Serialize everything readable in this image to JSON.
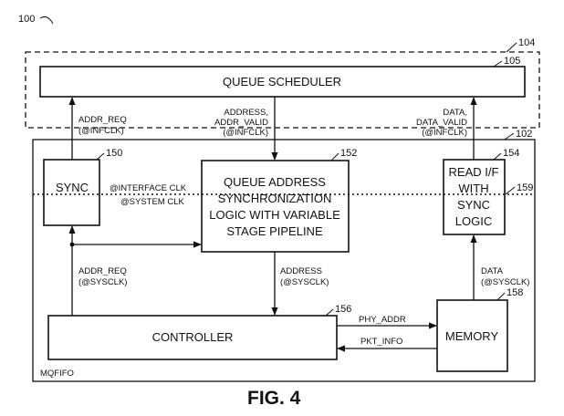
{
  "figure_ref": "100",
  "outer_ref": "104",
  "mqfifo_ref": "102",
  "sync_line_ref": "159",
  "mqfifo_label": "MQFIFO",
  "figure_caption": "FIG. 4",
  "blocks": {
    "queue_scheduler": {
      "label": "QUEUE SCHEDULER",
      "ref": "105"
    },
    "sync": {
      "label": "SYNC",
      "ref": "150"
    },
    "qas": {
      "lines": [
        "QUEUE ADDRESS",
        "SYNCHRONIZATION",
        "LOGIC WITH VARIABLE",
        "STAGE PIPELINE"
      ],
      "ref": "152"
    },
    "read_if": {
      "lines": [
        "READ I/F",
        "WITH",
        "SYNC",
        "LOGIC"
      ],
      "ref": "154"
    },
    "controller": {
      "label": "CONTROLLER",
      "ref": "156"
    },
    "memory": {
      "label": "MEMORY",
      "ref": "158"
    }
  },
  "signals": {
    "addr_req_inf": [
      "ADDR_REQ",
      "(@INFCLK)"
    ],
    "address_inf": [
      "ADDRESS,",
      "ADDR_VALID",
      "(@INFCLK)"
    ],
    "data_inf": [
      "DATA,",
      "DATA_VALID",
      "(@INFCLK)"
    ],
    "interface_clk": "@INTERFACE CLK",
    "system_clk": "@SYSTEM CLK",
    "addr_req_sys": [
      "ADDR_REQ",
      "(@SYSCLK)"
    ],
    "address_sys": [
      "ADDRESS",
      "(@SYSCLK)"
    ],
    "data_sys": [
      "DATA",
      "(@SYSCLK)"
    ],
    "phy_addr": "PHY_ADDR",
    "pkt_info": "PKT_INFO"
  }
}
